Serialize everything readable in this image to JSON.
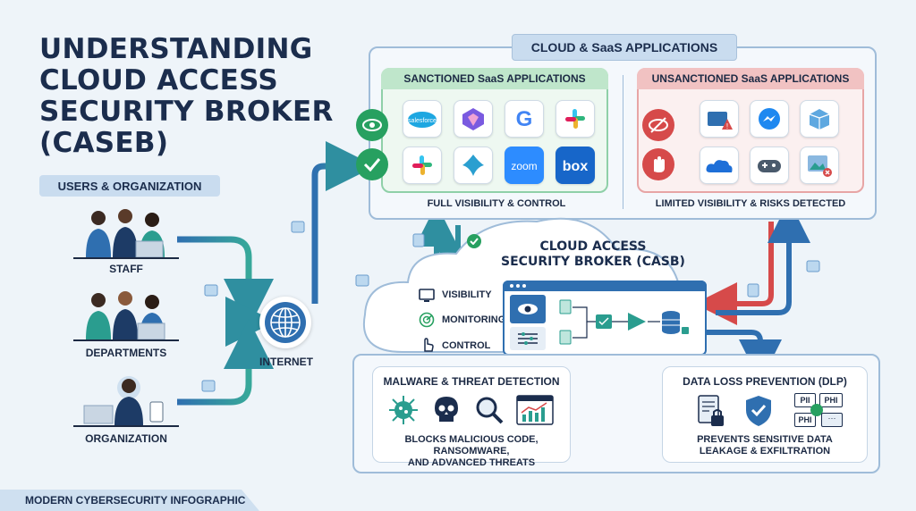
{
  "title": "UNDERSTANDING CLOUD ACCESS SECURITY BROKER (CASEB)",
  "users_header": "USERS & ORGANIZATION",
  "users": [
    {
      "label": "STAFF"
    },
    {
      "label": "DEPARTMENTS"
    },
    {
      "label": "ORGANIZATION"
    }
  ],
  "internet_label": "INTERNET",
  "cloud_apps_header": "CLOUD & SaaS APPLICATIONS",
  "sanctioned": {
    "header": "SANCTIONED SaaS APPLICATIONS",
    "caption": "FULL VISIBILITY & CONTROL",
    "apps": [
      "salesforce",
      "m365",
      "G",
      "slack",
      "slack",
      "app",
      "zoom",
      "box"
    ]
  },
  "unsanctioned": {
    "header": "UNSANCTIONED SaaS APPLICATIONS",
    "caption": "LIMITED VISIBILITY & RISKS DETECTED"
  },
  "casb": {
    "title_line1": "CLOUD ACCESS",
    "title_line2": "SECURITY BROKER (CASB)",
    "features": [
      "VISIBILITY",
      "MONITORING",
      "CONTROL"
    ]
  },
  "malware": {
    "header": "MALWARE & THREAT DETECTION",
    "desc_line1": "BLOCKS MALICIOUS CODE, RANSOMWARE,",
    "desc_line2": "AND ADVANCED THREATS"
  },
  "dlp": {
    "header": "DATA LOSS PREVENTION (DLP)",
    "desc_line1": "PREVENTS SENSITIVE DATA",
    "desc_line2": "LEAKAGE & EXFILTRATION",
    "tags": [
      "PII",
      "PHI",
      "PHI"
    ]
  },
  "footer": "MODERN CYBERSECURITY INFOGRAPHIC",
  "colors": {
    "navy": "#1b2d4d",
    "teal": "#2a9d8f",
    "green": "#27a060",
    "red": "#d64a4a",
    "blue": "#2f6fb0"
  }
}
